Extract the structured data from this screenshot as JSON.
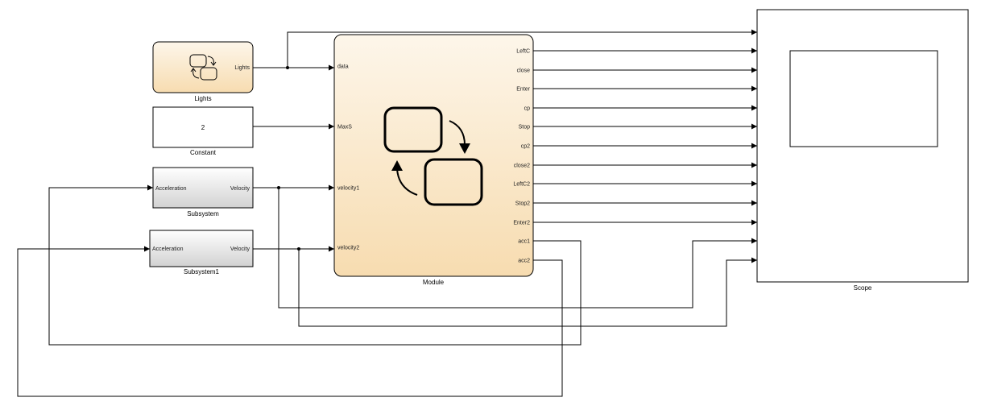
{
  "blocks": {
    "lights": {
      "name": "Lights",
      "outputs": [
        "Lights"
      ],
      "icon": "stateflow-chart-icon"
    },
    "constant": {
      "name": "Constant",
      "value": "2",
      "outputs": [
        ""
      ]
    },
    "subsystem": {
      "name": "Subsystem",
      "inputs": [
        "Acceleration"
      ],
      "outputs": [
        "Velocity"
      ]
    },
    "subsystem1": {
      "name": "Subsystem1",
      "inputs": [
        "Acceleration"
      ],
      "outputs": [
        "Velocity"
      ]
    },
    "module": {
      "name": "Module",
      "inputs": [
        "data",
        "MaxS",
        "velocity1",
        "velocity2"
      ],
      "outputs": [
        "LeftC",
        "close",
        "Enter",
        "cp",
        "Stop",
        "cp2",
        "close2",
        "LeftC2",
        "Stop2",
        "Enter2",
        "acc1",
        "acc2"
      ],
      "icon": "stateflow-chart-icon"
    },
    "scope": {
      "name": "Scope",
      "input_count": 13
    }
  },
  "connections": [
    {
      "from": "Lights.Lights",
      "to": [
        "Module.data",
        "Scope.in1"
      ]
    },
    {
      "from": "Constant",
      "to": [
        "Module.MaxS"
      ]
    },
    {
      "from": "Subsystem.Velocity",
      "to": [
        "Module.velocity1",
        "Scope.in12"
      ]
    },
    {
      "from": "Subsystem1.Velocity",
      "to": [
        "Module.velocity2",
        "Scope.in13"
      ]
    },
    {
      "from": "Module.LeftC",
      "to": [
        "Scope.in2"
      ]
    },
    {
      "from": "Module.close",
      "to": [
        "Scope.in3"
      ]
    },
    {
      "from": "Module.Enter",
      "to": [
        "Scope.in4"
      ]
    },
    {
      "from": "Module.cp",
      "to": [
        "Scope.in5"
      ]
    },
    {
      "from": "Module.Stop",
      "to": [
        "Scope.in6"
      ]
    },
    {
      "from": "Module.cp2",
      "to": [
        "Scope.in7"
      ]
    },
    {
      "from": "Module.close2",
      "to": [
        "Scope.in8"
      ]
    },
    {
      "from": "Module.LeftC2",
      "to": [
        "Scope.in9"
      ]
    },
    {
      "from": "Module.Stop2",
      "to": [
        "Scope.in10"
      ]
    },
    {
      "from": "Module.Enter2",
      "to": [
        "Scope.in11"
      ]
    },
    {
      "from": "Module.acc1",
      "to": [
        "Subsystem.Acceleration"
      ]
    },
    {
      "from": "Module.acc2",
      "to": [
        "Subsystem1.Acceleration"
      ]
    }
  ],
  "colors": {
    "chart_fill_top": "#fdf6ea",
    "chart_fill_bottom": "#f7dcb0",
    "subsystem_fill_top": "#ffffff",
    "subsystem_fill_bottom": "#d2d2d2",
    "line": "#000000"
  }
}
